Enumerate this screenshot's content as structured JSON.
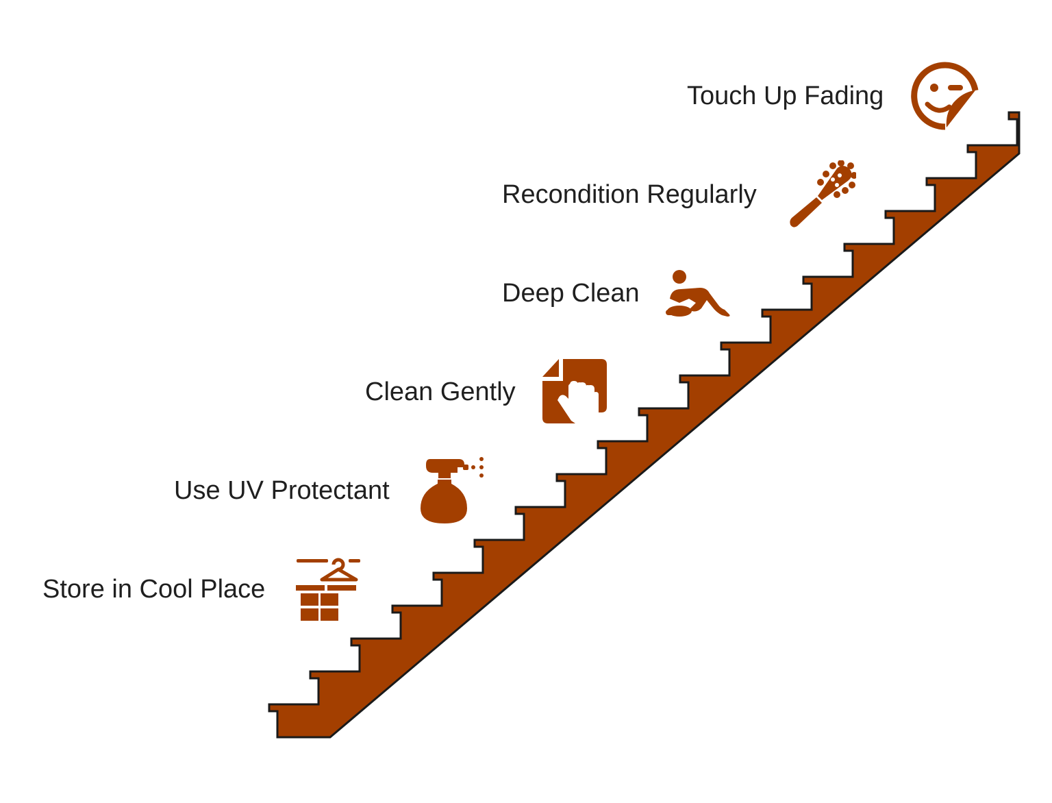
{
  "colors": {
    "stair_fill": "#a33f00",
    "stair_stroke": "#1a1a1a",
    "icon_fill": "#a33f00",
    "text": "#1f1f1f"
  },
  "steps": [
    {
      "label": "Store in Cool Place",
      "icon": "hanger-storage-icon"
    },
    {
      "label": "Use UV Protectant",
      "icon": "spray-bottle-icon"
    },
    {
      "label": "Clean Gently",
      "icon": "hand-cleaning-icon"
    },
    {
      "label": "Deep Clean",
      "icon": "person-scrubbing-icon"
    },
    {
      "label": "Recondition Regularly",
      "icon": "brush-icon"
    },
    {
      "label": "Touch Up Fading",
      "icon": "sticker-smiley-icon"
    }
  ]
}
